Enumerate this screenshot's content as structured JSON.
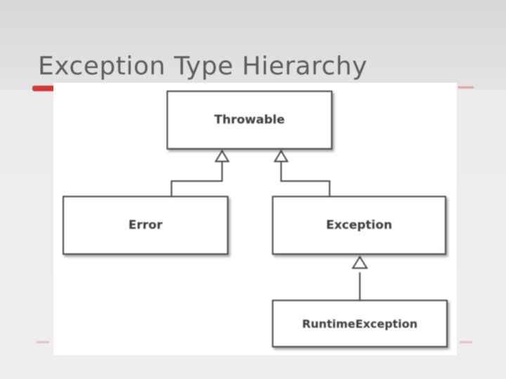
{
  "slide": {
    "title": "Exception Type Hierarchy",
    "accent_color": "#d23a3a"
  },
  "diagram": {
    "nodes": {
      "throwable": "Throwable",
      "error": "Error",
      "exception": "Exception",
      "runtime_exception": "RuntimeException"
    },
    "relations": [
      {
        "from": "Error",
        "to": "Throwable",
        "type": "inheritance"
      },
      {
        "from": "Exception",
        "to": "Throwable",
        "type": "inheritance"
      },
      {
        "from": "RuntimeException",
        "to": "Exception",
        "type": "inheritance"
      }
    ]
  }
}
